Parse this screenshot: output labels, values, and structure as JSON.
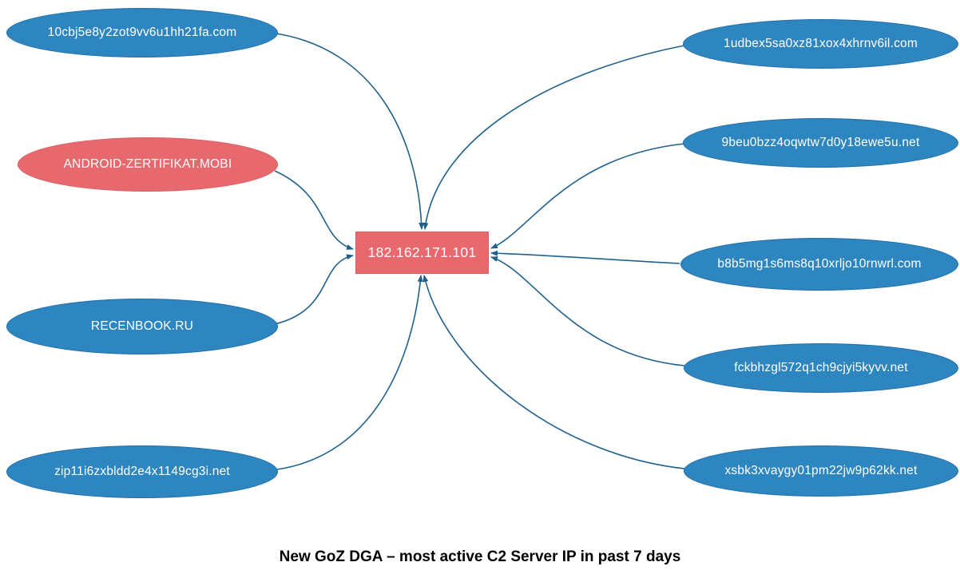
{
  "caption": "New GoZ DGA – most active C2 Server IP in past 7 days",
  "center_node": {
    "label": "182.162.171.101"
  },
  "colors": {
    "blue_fill": "#2E86C1",
    "blue_stroke": "#1F6CA8",
    "red_fill": "#E8696D",
    "red_stroke": "#D85F66",
    "arrow": "#1F618D"
  },
  "nodes": [
    {
      "label": "10cbj5e8y2zot9vv6u1hh21fa.com",
      "type": "blue"
    },
    {
      "label": "ANDROID-ZERTIFIKAT.MOBI",
      "type": "red"
    },
    {
      "label": "RECENBOOK.RU",
      "type": "blue"
    },
    {
      "label": "zip11i6zxbldd2e4x1149cg3i.net",
      "type": "blue"
    },
    {
      "label": "1udbex5sa0xz81xox4xhrnv6il.com",
      "type": "blue"
    },
    {
      "label": "9beu0bzz4oqwtw7d0y18ewe5u.net",
      "type": "blue"
    },
    {
      "label": "b8b5mg1s6ms8q10xrljo10rnwrl.com",
      "type": "blue"
    },
    {
      "label": "fckbhzgl572q1ch9cjyi5kyvv.net",
      "type": "blue"
    },
    {
      "label": "xsbk3xvaygy01pm22jw9p62kk.net",
      "type": "blue"
    }
  ]
}
